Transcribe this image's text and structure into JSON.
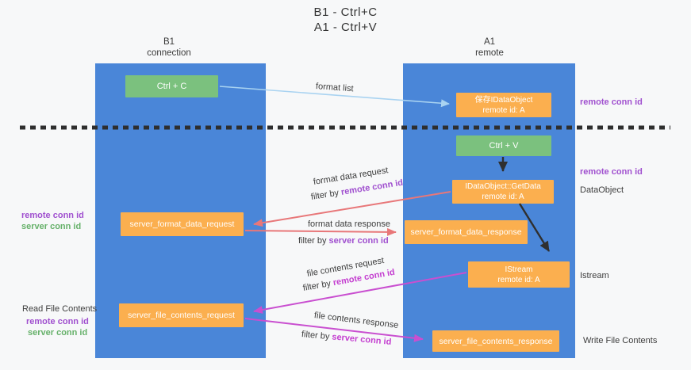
{
  "title": {
    "line1": "B1 - Ctrl+C",
    "line2": "A1 - Ctrl+V"
  },
  "lanes": {
    "left": {
      "name": "B1",
      "role": "connection"
    },
    "right": {
      "name": "A1",
      "role": "remote"
    }
  },
  "boxes": {
    "ctrl_c": {
      "label": "Ctrl + C"
    },
    "ctrl_v": {
      "label": "Ctrl + V"
    },
    "save_dataobject": {
      "line1": "保存IDataObject",
      "line2": "remote id: A"
    },
    "getdata": {
      "line1": "IDataObject::GetData",
      "line2": "remote id: A"
    },
    "istream": {
      "line1": "IStream",
      "line2": "remote id: A"
    },
    "server_format_data_request": {
      "label": "server_format_data_request"
    },
    "server_format_data_response": {
      "label": "server_format_data_response"
    },
    "server_file_contents_request": {
      "label": "server_file_contents_request"
    },
    "server_file_contents_response": {
      "label": "server_file_contents_response"
    }
  },
  "margin_labels": {
    "remote_conn_id_right_top": "remote conn id",
    "remote_conn_id_right_mid": "remote conn id",
    "dataobject": "DataObject",
    "istream": "Istream",
    "write_file_contents": "Write File Contents",
    "read_file_contents": "Read File Contents",
    "remote_conn_id_left_mid": "remote conn id",
    "server_conn_id_left_mid": "server conn id",
    "remote_conn_id_left_bottom": "remote conn id",
    "server_conn_id_left_bottom": "server conn id"
  },
  "edge_labels": {
    "format_list": "format list",
    "format_data_request": "format data request",
    "format_data_response": "format data response",
    "file_contents_request": "file contents request",
    "file_contents_response": "file contents response",
    "filter_by": "filter by ",
    "remote_conn_id": "remote conn id",
    "server_conn_id": "server conn id"
  },
  "colors": {
    "lane_blue": "#4a86d8",
    "box_green": "#7bc17e",
    "box_orange": "#fbaf4f",
    "arrow_light_blue": "#a9d3f1",
    "arrow_salmon": "#e87779",
    "arrow_magenta": "#c94fd0",
    "arrow_black": "#2f2f2f",
    "text_purple": "#a050cf",
    "text_green": "#66b16a"
  }
}
